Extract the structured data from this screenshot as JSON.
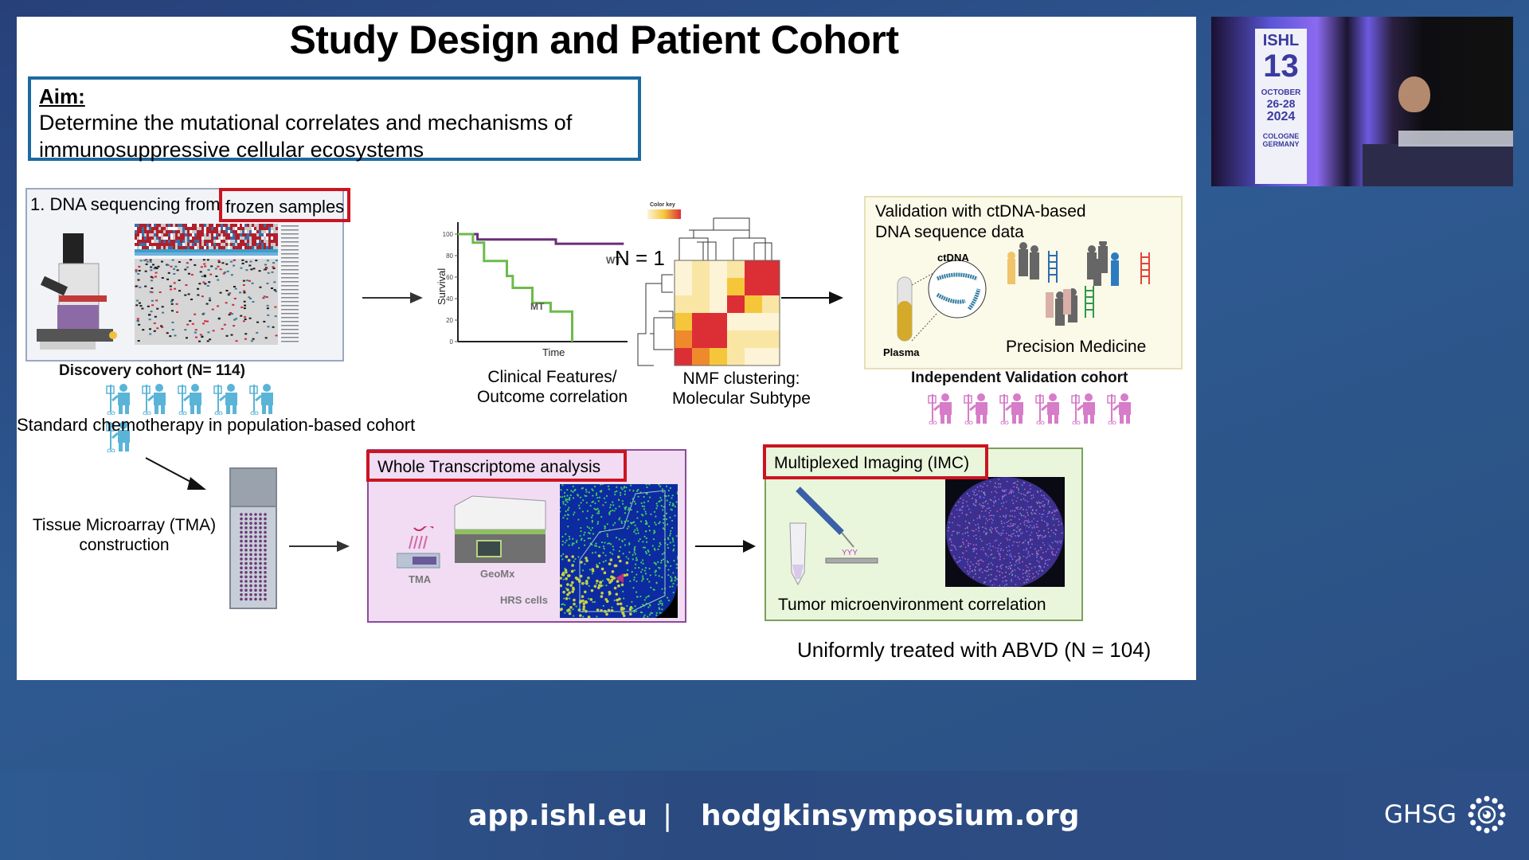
{
  "slide": {
    "title": "Study Design and Patient Cohort",
    "aim": {
      "label": "Aim:",
      "text": "Determine the mutational correlates and mechanisms of immunosuppressive cellular ecosystems"
    },
    "dna_panel": {
      "title_prefix": "1. DNA sequencing from ",
      "title_highlight": "frozen samples",
      "cohort_label": "Discovery cohort (N= 114)",
      "caption": "Standard chemotherapy in population-based cohort",
      "patient_icon_count": 6,
      "patient_icon_color": "#5ab4d8"
    },
    "survival_plot": {
      "ylabel": "Survival",
      "xlabel": "Time",
      "yticks": [
        "0",
        "20",
        "40",
        "60",
        "80",
        "100"
      ],
      "series": [
        {
          "name": "WT",
          "color": "#6b2d78"
        },
        {
          "name": "MT",
          "color": "#6cbb4a"
        }
      ],
      "caption_line1": "Clinical Features/",
      "caption_line2": "Outcome correlation"
    },
    "nmf": {
      "partial_label": "N = 1",
      "color_key_label": "Color key",
      "caption_line1": "NMF clustering:",
      "caption_line2": "Molecular Subtype",
      "heatmap_levels": [
        [
          0,
          1,
          0,
          1,
          4,
          4
        ],
        [
          0,
          1,
          0,
          2,
          4,
          4
        ],
        [
          1,
          1,
          0,
          4,
          2,
          1
        ],
        [
          2,
          4,
          4,
          0,
          0,
          0
        ],
        [
          3,
          4,
          4,
          1,
          1,
          1
        ],
        [
          4,
          3,
          2,
          1,
          0,
          0
        ]
      ],
      "palette": [
        "#fdf3d6",
        "#fae6a4",
        "#f6c63a",
        "#ee8a2c",
        "#dc2f35"
      ]
    },
    "validation_panel": {
      "title_line1": "Validation with ctDNA-based",
      "title_line2": "DNA sequence data",
      "ctdna_label": "ctDNA",
      "plasma_label": "Plasma",
      "precision_label": "Precision Medicine",
      "cohort_label": "Independent Validation cohort",
      "patient_icon_count": 6,
      "patient_icon_color": "#d77cc8"
    },
    "tma": {
      "label_line1": "Tissue Microarray (TMA)",
      "label_line2": "construction"
    },
    "wta_panel": {
      "title": "Whole Transcriptome analysis",
      "tma_label": "TMA",
      "geomx_label": "GeoMx",
      "hrs_label": "HRS cells"
    },
    "imc_panel": {
      "title": "Multiplexed Imaging (IMC)",
      "caption": "Tumor microenvironment correlation"
    },
    "abvd_note": "Uniformly treated with ABVD (N = 104)"
  },
  "speaker_video": {
    "banner_line1": "ISHL",
    "banner_line2": "13",
    "banner_date1": "OCTOBER",
    "banner_date2": "26-28",
    "banner_date3": "2024",
    "banner_city1": "COLOGNE",
    "banner_city2": "GERMANY"
  },
  "footer": {
    "link1": "app.ishl.eu",
    "separator": "|",
    "link2": "hodgkinsymposium.org",
    "logo_text": "GHSG"
  }
}
